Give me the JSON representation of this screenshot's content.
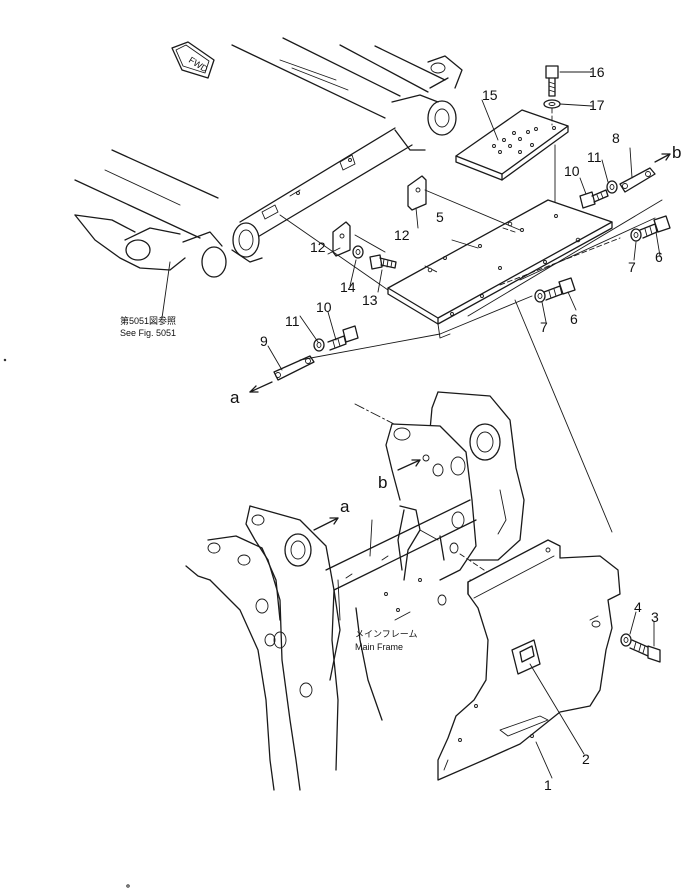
{
  "fwd_label": "FWD",
  "ref_note": {
    "jp": "第5051図参照",
    "en": "See Fig. 5051"
  },
  "main_frame": {
    "jp": "メインフレーム",
    "en": "Main Frame"
  },
  "callouts": {
    "c1": "1",
    "c2": "2",
    "c3": "3",
    "c4": "4",
    "c5": "5",
    "c6a": "6",
    "c6b": "6",
    "c7a": "7",
    "c7b": "7",
    "c8": "8",
    "c9": "9",
    "c10a": "10",
    "c10b": "10",
    "c11a": "11",
    "c11b": "11",
    "c12a": "12",
    "c12b": "12",
    "c13": "13",
    "c14": "14",
    "c15": "15",
    "c16": "16",
    "c17": "17"
  },
  "refs": {
    "a_left": "a",
    "a_frame": "a",
    "b_right": "b",
    "b_frame": "b"
  }
}
